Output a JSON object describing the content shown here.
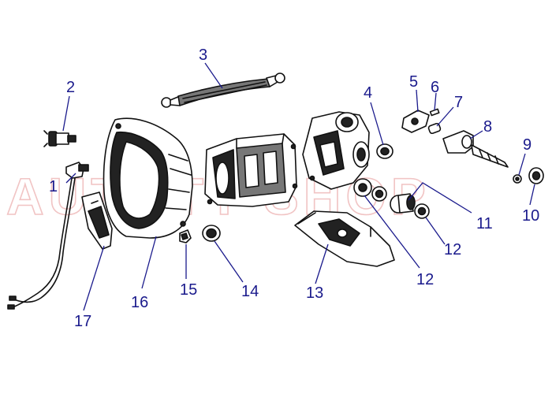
{
  "diagram": {
    "callouts": [
      {
        "id": "1",
        "label": "1"
      },
      {
        "id": "2",
        "label": "2"
      },
      {
        "id": "3",
        "label": "3"
      },
      {
        "id": "4",
        "label": "4"
      },
      {
        "id": "5",
        "label": "5"
      },
      {
        "id": "6",
        "label": "6"
      },
      {
        "id": "7",
        "label": "7"
      },
      {
        "id": "8",
        "label": "8"
      },
      {
        "id": "9",
        "label": "9"
      },
      {
        "id": "10",
        "label": "10"
      },
      {
        "id": "11",
        "label": "11"
      },
      {
        "id": "12a",
        "label": "12"
      },
      {
        "id": "12b",
        "label": "12"
      },
      {
        "id": "13",
        "label": "13"
      },
      {
        "id": "14",
        "label": "14"
      },
      {
        "id": "15",
        "label": "15"
      },
      {
        "id": "16",
        "label": "16"
      },
      {
        "id": "17",
        "label": "17"
      }
    ]
  },
  "colors": {
    "label": "#1a1a8c",
    "line": "#111111",
    "watermark": "#f1c4c4"
  },
  "watermark": {
    "text": "AUTOTT-SHOP"
  }
}
